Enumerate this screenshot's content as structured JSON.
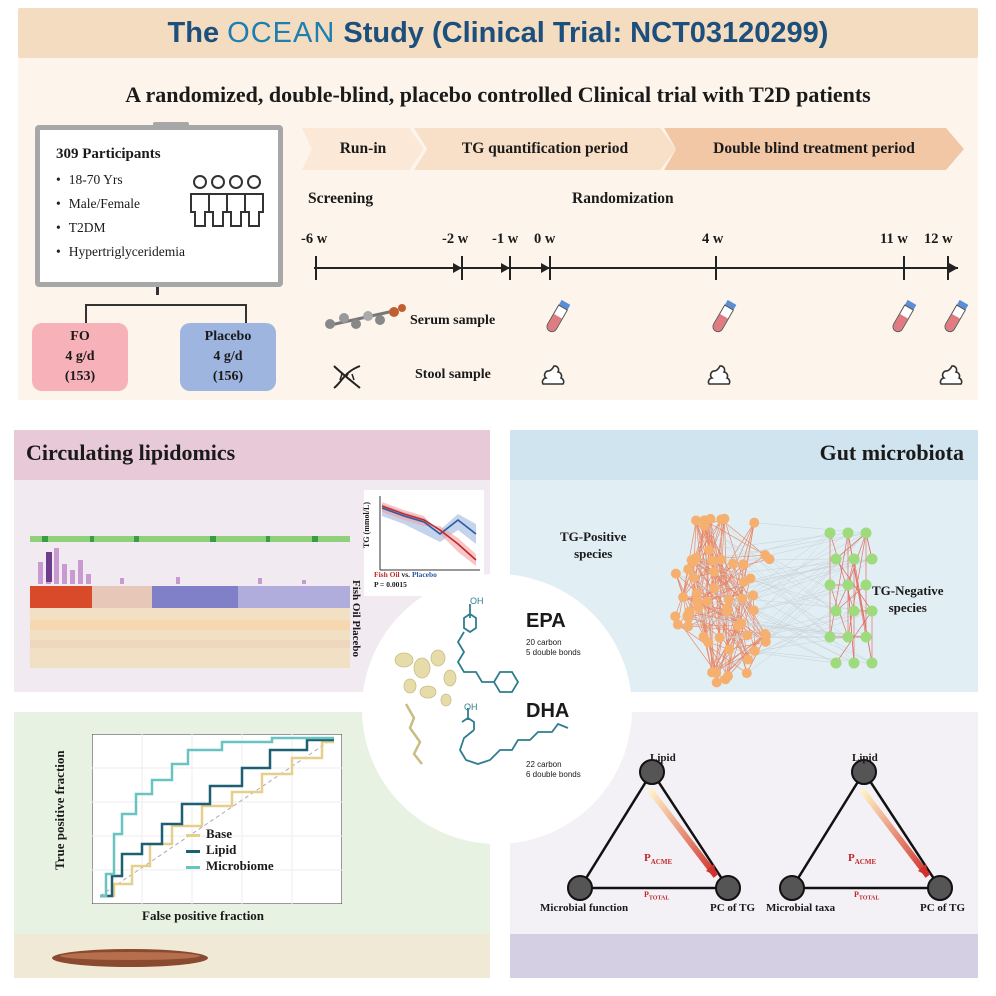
{
  "header": {
    "title_prefix": "The ",
    "title_brand": "OCEAN",
    "title_suffix": " Study  (Clinical Trial: NCT03120299)",
    "subtitle": "A randomized, double-blind, placebo controlled Clinical trial with T2D patients"
  },
  "participants": {
    "title": "309 Participants",
    "criteria": [
      "18-70 Yrs",
      "Male/Female",
      "T2DM",
      "Hypertriglyceridemia"
    ],
    "arms": [
      {
        "name": "FO",
        "dose": "4 g/d",
        "n": "(153)"
      },
      {
        "name": "Placebo",
        "dose": "4 g/d",
        "n": "(156)"
      }
    ]
  },
  "timeline": {
    "phases": [
      "Run-in",
      "TG quantification period",
      "Double blind treatment period"
    ],
    "screening": "Screening",
    "randomization": "Randomization",
    "weeks": [
      "-6 w",
      "-2 w",
      "-1 w",
      "0 w",
      "4 w",
      "11 w",
      "12 w"
    ],
    "serum_label": "Serum sample",
    "stool_label": "Stool sample"
  },
  "lipidomics": {
    "title": "Circulating lipidomics",
    "group_labels": "Fish Oil  Placebo",
    "mini_chart": {
      "ylabel": "TG (mmol/L)",
      "legend_a": "Fish Oil",
      "legend_vs": " vs. ",
      "legend_b": "Placebo",
      "p_value": "P = 0.0015"
    }
  },
  "gut": {
    "title": "Gut microbiota",
    "positive_label": [
      "TG-Positive",
      "species"
    ],
    "negative_label": [
      "TG-Negative",
      "species"
    ]
  },
  "molecules": {
    "epa": {
      "name": "EPA",
      "line1": "20 carbon",
      "line2": "5 double bonds"
    },
    "dha": {
      "name": "DHA",
      "line1": "22 carbon",
      "line2": "6 double bonds"
    },
    "oh": "OH"
  },
  "roc": {
    "xlabel": "False positive fraction",
    "ylabel": "True positive fraction",
    "legend": [
      {
        "label": "Base",
        "color": "#e6cf8b"
      },
      {
        "label": "Lipid",
        "color": "#1d5f73"
      },
      {
        "label": "Microbiome",
        "color": "#68c3c1"
      }
    ]
  },
  "mediation": {
    "left": {
      "top": "Lipid",
      "bl": "Microbial function",
      "br": "PC of TG",
      "acme": "P",
      "acme_sub": "ACME",
      "total": "P",
      "total_sub": "TOTAL"
    },
    "right": {
      "top": "Lipid",
      "bl": "Microbial taxa",
      "br": "PC of TG",
      "acme": "P",
      "acme_sub": "ACME",
      "total": "P",
      "total_sub": "TOTAL"
    }
  }
}
